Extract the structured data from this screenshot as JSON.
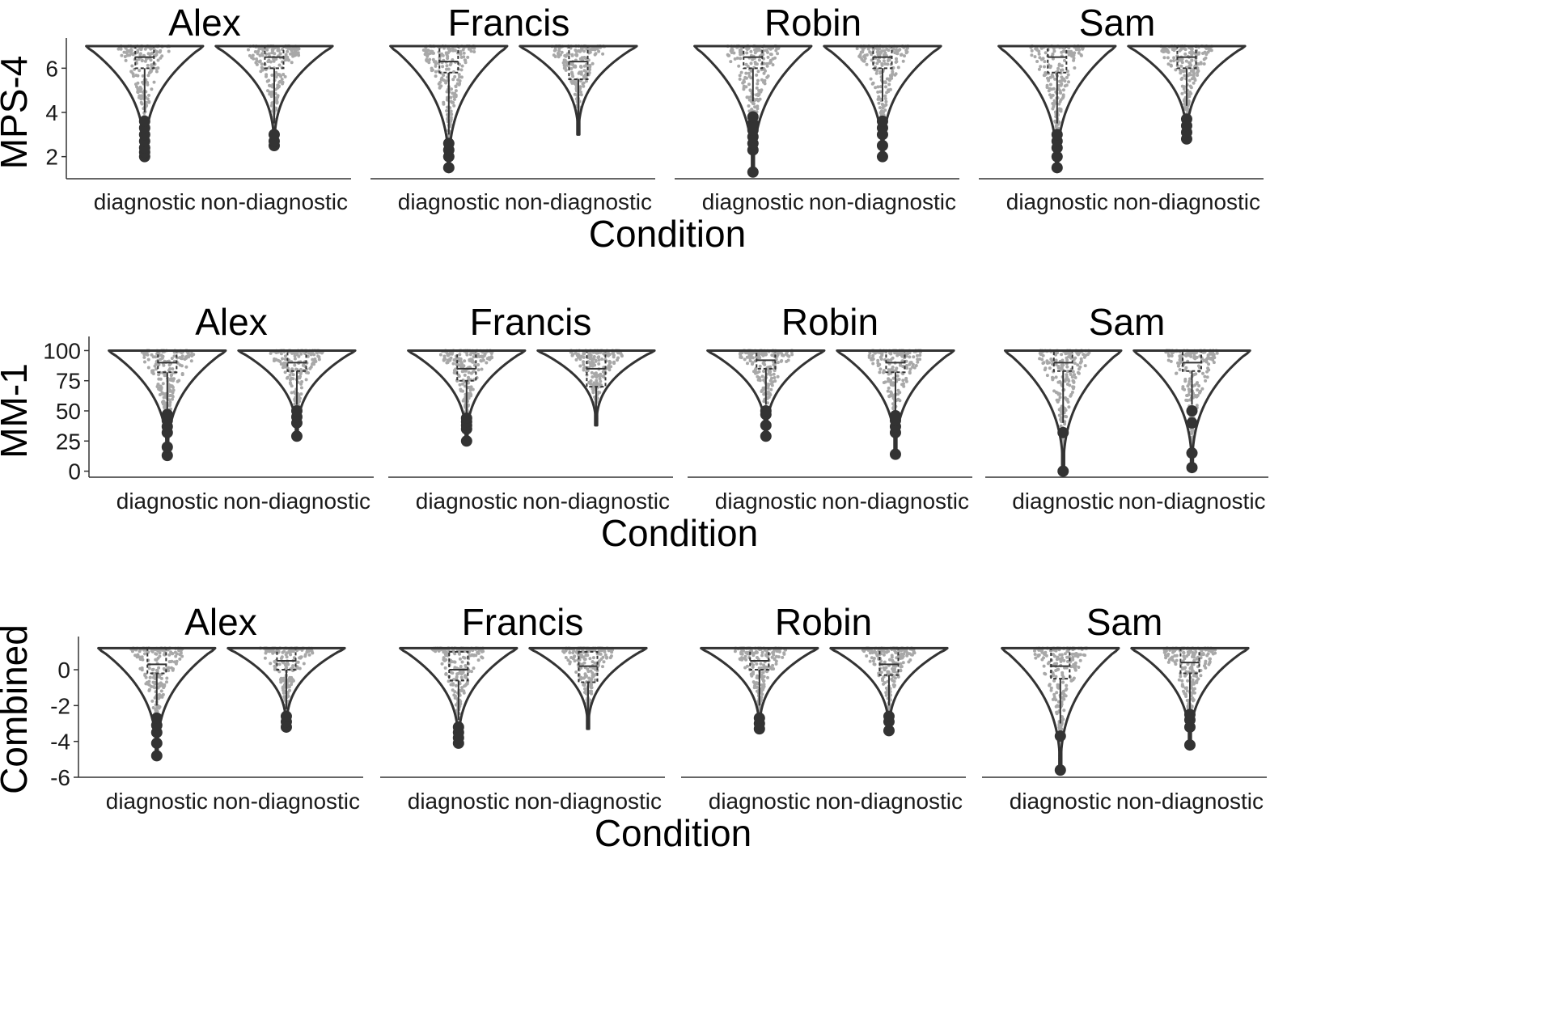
{
  "chart_data": [
    {
      "type": "violin",
      "ylabel": "MPS-4",
      "xlabel": "Condition",
      "ylim": [
        1,
        7
      ],
      "yticks": [
        "2",
        "4",
        "6"
      ],
      "ytick_values": [
        2,
        4,
        6
      ],
      "categories": [
        "diagnostic",
        "non-diagnostic"
      ],
      "panels": [
        {
          "title": "Alex",
          "groups": [
            {
              "category": "diagnostic",
              "min": 2.0,
              "max": 7.0,
              "q1": 6.0,
              "median": 6.5,
              "q3": 7.0,
              "whisker_low": 4.0,
              "outliers": [
                2.0,
                2.2,
                2.4,
                2.7,
                3.0,
                3.3,
                3.6
              ]
            },
            {
              "category": "non-diagnostic",
              "min": 2.5,
              "max": 7.0,
              "q1": 6.0,
              "median": 6.5,
              "q3": 7.0,
              "whisker_low": 3.5,
              "outliers": [
                2.5,
                2.7,
                3.0
              ]
            }
          ]
        },
        {
          "title": "Francis",
          "groups": [
            {
              "category": "diagnostic",
              "min": 1.5,
              "max": 7.0,
              "q1": 5.8,
              "median": 6.3,
              "q3": 7.0,
              "whisker_low": 3.0,
              "outliers": [
                1.5,
                2.0,
                2.3,
                2.6
              ]
            },
            {
              "category": "non-diagnostic",
              "min": 3.0,
              "max": 7.0,
              "q1": 5.5,
              "median": 6.3,
              "q3": 7.0,
              "whisker_low": 3.0,
              "outliers": []
            }
          ]
        },
        {
          "title": "Robin",
          "groups": [
            {
              "category": "diagnostic",
              "min": 1.3,
              "max": 7.0,
              "q1": 6.0,
              "median": 6.5,
              "q3": 7.0,
              "whisker_low": 4.5,
              "outliers": [
                1.3,
                2.3,
                2.6,
                2.9,
                3.2,
                3.5,
                3.8
              ]
            },
            {
              "category": "non-diagnostic",
              "min": 2.0,
              "max": 7.0,
              "q1": 6.0,
              "median": 6.5,
              "q3": 7.0,
              "whisker_low": 4.5,
              "outliers": [
                2.0,
                2.5,
                3.0,
                3.3,
                3.6
              ]
            }
          ]
        },
        {
          "title": "Sam",
          "groups": [
            {
              "category": "diagnostic",
              "min": 1.5,
              "max": 7.0,
              "q1": 5.8,
              "median": 6.5,
              "q3": 7.0,
              "whisker_low": 3.5,
              "outliers": [
                1.5,
                2.0,
                2.4,
                2.7,
                3.0
              ]
            },
            {
              "category": "non-diagnostic",
              "min": 2.8,
              "max": 7.0,
              "q1": 6.0,
              "median": 6.5,
              "q3": 7.0,
              "whisker_low": 4.3,
              "outliers": [
                2.8,
                3.1,
                3.4,
                3.7
              ]
            }
          ]
        }
      ]
    },
    {
      "type": "violin",
      "ylabel": "MM-1",
      "xlabel": "Condition",
      "ylim": [
        -5,
        105
      ],
      "yticks": [
        "0",
        "25",
        "50",
        "75",
        "100"
      ],
      "ytick_values": [
        0,
        25,
        50,
        75,
        100
      ],
      "categories": [
        "diagnostic",
        "non-diagnostic"
      ],
      "panels": [
        {
          "title": "Alex",
          "groups": [
            {
              "category": "diagnostic",
              "min": 13,
              "max": 100,
              "q1": 82,
              "median": 90,
              "q3": 100,
              "whisker_low": 50,
              "outliers": [
                13,
                20,
                32,
                37,
                42,
                47
              ]
            },
            {
              "category": "non-diagnostic",
              "min": 29,
              "max": 100,
              "q1": 83,
              "median": 90,
              "q3": 100,
              "whisker_low": 55,
              "outliers": [
                29,
                40,
                45,
                50
              ]
            }
          ]
        },
        {
          "title": "Francis",
          "groups": [
            {
              "category": "diagnostic",
              "min": 25,
              "max": 100,
              "q1": 75,
              "median": 85,
              "q3": 100,
              "whisker_low": 45,
              "outliers": [
                25,
                35,
                38,
                41,
                44
              ]
            },
            {
              "category": "non-diagnostic",
              "min": 38,
              "max": 100,
              "q1": 70,
              "median": 85,
              "q3": 100,
              "whisker_low": 38,
              "outliers": []
            }
          ]
        },
        {
          "title": "Robin",
          "groups": [
            {
              "category": "diagnostic",
              "min": 29,
              "max": 100,
              "q1": 85,
              "median": 92,
              "q3": 100,
              "whisker_low": 55,
              "outliers": [
                29,
                38,
                47,
                50
              ]
            },
            {
              "category": "non-diagnostic",
              "min": 14,
              "max": 100,
              "q1": 82,
              "median": 90,
              "q3": 100,
              "whisker_low": 50,
              "outliers": [
                14,
                32,
                37,
                42,
                46
              ]
            }
          ]
        },
        {
          "title": "Sam",
          "groups": [
            {
              "category": "diagnostic",
              "min": 0,
              "max": 100,
              "q1": 83,
              "median": 90,
              "q3": 100,
              "whisker_low": 40,
              "outliers": [
                0,
                32
              ]
            },
            {
              "category": "non-diagnostic",
              "min": 3,
              "max": 100,
              "q1": 83,
              "median": 90,
              "q3": 100,
              "whisker_low": 55,
              "outliers": [
                3,
                15,
                40,
                50
              ]
            }
          ]
        }
      ]
    },
    {
      "type": "violin",
      "ylabel": "Combined",
      "xlabel": "Condition",
      "ylim": [
        -6,
        1.4
      ],
      "yticks": [
        "0",
        "-2",
        "-4",
        "-6"
      ],
      "ytick_values": [
        0,
        -2,
        -4,
        -6
      ],
      "categories": [
        "diagnostic",
        "non-diagnostic"
      ],
      "panels": [
        {
          "title": "Alex",
          "groups": [
            {
              "category": "diagnostic",
              "min": -4.8,
              "max": 1.2,
              "q1": -0.2,
              "median": 0.3,
              "q3": 1.2,
              "whisker_low": -2.0,
              "outliers": [
                -4.8,
                -4.1,
                -3.5,
                -3.1,
                -2.7
              ]
            },
            {
              "category": "non-diagnostic",
              "min": -3.2,
              "max": 1.2,
              "q1": 0.0,
              "median": 0.5,
              "q3": 1.2,
              "whisker_low": -2.2,
              "outliers": [
                -3.2,
                -2.9,
                -2.6
              ]
            }
          ]
        },
        {
          "title": "Francis",
          "groups": [
            {
              "category": "diagnostic",
              "min": -4.1,
              "max": 1.2,
              "q1": -0.6,
              "median": 0.0,
              "q3": 1.0,
              "whisker_low": -2.8,
              "outliers": [
                -4.1,
                -3.8,
                -3.5,
                -3.2
              ]
            },
            {
              "category": "non-diagnostic",
              "min": -3.3,
              "max": 1.2,
              "q1": -0.7,
              "median": 0.2,
              "q3": 1.0,
              "whisker_low": -3.3,
              "outliers": []
            }
          ]
        },
        {
          "title": "Robin",
          "groups": [
            {
              "category": "diagnostic",
              "min": -3.3,
              "max": 1.2,
              "q1": 0.0,
              "median": 0.5,
              "q3": 1.2,
              "whisker_low": -2.0,
              "outliers": [
                -3.3,
                -3.0,
                -2.7
              ]
            },
            {
              "category": "non-diagnostic",
              "min": -3.4,
              "max": 1.2,
              "q1": -0.3,
              "median": 0.3,
              "q3": 1.2,
              "whisker_low": -2.0,
              "outliers": [
                -3.4,
                -2.9,
                -2.6
              ]
            }
          ]
        },
        {
          "title": "Sam",
          "groups": [
            {
              "category": "diagnostic",
              "min": -5.6,
              "max": 1.2,
              "q1": -0.5,
              "median": 0.2,
              "q3": 1.2,
              "whisker_low": -3.0,
              "outliers": [
                -5.6,
                -3.7
              ]
            },
            {
              "category": "non-diagnostic",
              "min": -4.2,
              "max": 1.2,
              "q1": -0.2,
              "median": 0.4,
              "q3": 1.2,
              "whisker_low": -2.3,
              "outliers": [
                -4.2,
                -3.2,
                -2.8,
                -2.5
              ]
            }
          ]
        }
      ]
    }
  ]
}
